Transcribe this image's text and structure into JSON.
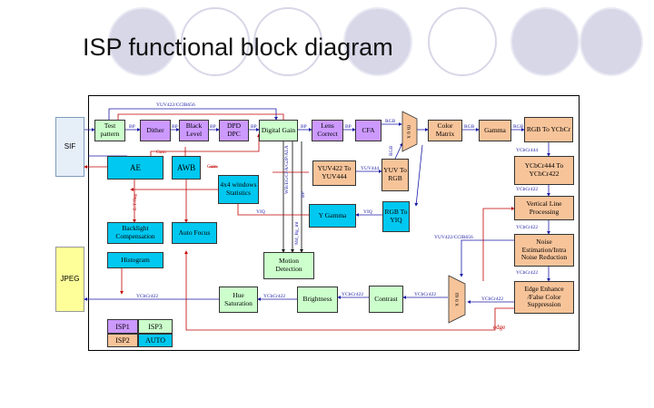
{
  "title": "ISP functional block diagram",
  "colors": {
    "purple": "#cc99ff",
    "green": "#ccffcc",
    "orange": "#f7c49a",
    "cyan": "#00c8f0",
    "sif": "#e6eef8",
    "jpeg": "#ffff99",
    "red_line": "#c00000",
    "blue_line": "#1a1aa8"
  },
  "blocks": {
    "sif": "SIF",
    "jpeg": "JPEG",
    "test_pattern": "Test pattern",
    "dither": "Dither",
    "black_level": "Black Level",
    "dpd_dpc": "DPD DPC",
    "digital_gain": "Digital Gain",
    "lens_correct": "Lens Correct",
    "cfa": "CFA",
    "mux_top": "m u x",
    "color_matrix": "Color Matrix",
    "gamma": "Gamma",
    "rgb_to_ycbcr": "RGB To YCbCr",
    "ycbcr444_to_422": "YCbCr444 To YCbCr422",
    "ae": "AE",
    "awb": "AWB",
    "windows_stats": "4x4 windows Statistics",
    "yuv422_to_444": "YUV422 To YUV444",
    "yuv_to_rgb": "YUV To RGB",
    "y_gamma": "Y Gamma",
    "rgb_to_yiq": "RGB To YIQ",
    "backlight": "Backlight Compensation",
    "auto_focus": "Auto Focus",
    "histogram": "Histogram",
    "motion_detection": "Motion Detection",
    "vertical_line": "Vertical Line Processing",
    "noise": "Noise Estimation/Intra Noise Reduction",
    "edge_enhance": "Edge Enhance /False Color Suppression",
    "mux_bottom": "m u x",
    "contrast": "Contrast",
    "brightness": "Brightness",
    "hue_saturation": "Hue Saturation"
  },
  "labels": {
    "yuv422_ccir656_top": "YUV422/CCIR656",
    "bp1": "BP",
    "bp2": "BP",
    "bp3": "BP",
    "bp4": "BP",
    "bp5": "BP",
    "bp6": "BP",
    "rgb1": "RGB",
    "rgb2": "RGB",
    "rgb3": "RGB",
    "rgb_vert": "RGB",
    "ycbcr444": "YCbCr444",
    "ycbcr422_a": "YCbCr422",
    "ycbcr422_b": "YCbCr422",
    "ycbcr422_c": "YCbCr422",
    "ycbcr422_d": "YCbCr422",
    "ycbcr422_e": "YCbCr422",
    "ycbcr422_f": "YCbCr422",
    "ycbcr422_g": "YCbCr422",
    "ycbcr422_h": "YCbCr422",
    "yuv444": "YUV444",
    "yiq1": "YIQ",
    "yiq2": "YIQ",
    "gain1": "Gain",
    "gain2": "Gain",
    "etflag": "E.T/flag",
    "wb_vert": "WB/EG/CFA/G2P/ALA",
    "bp_vert": "BP",
    "md_vert": "Md_Bg_int",
    "yuv422_ccir656_mid": "YUV422/CCIR656",
    "edge": "edge"
  },
  "legend": {
    "isp1": "ISP1",
    "isp2": "ISP2",
    "isp3": "ISP3",
    "auto": "AUTO"
  }
}
